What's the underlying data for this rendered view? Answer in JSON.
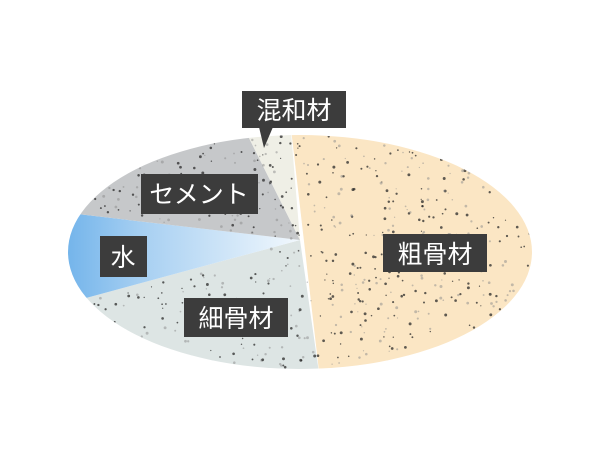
{
  "diagram": {
    "type": "ellipse-pie",
    "segments": [
      {
        "id": "coarse-aggregate",
        "label": "粗骨材",
        "share": 0.5,
        "color": "#fbe6c4"
      },
      {
        "id": "fine-aggregate",
        "label": "細骨材",
        "share": 0.22,
        "color": "#dde5e4"
      },
      {
        "id": "water",
        "label": "水",
        "share": 0.1,
        "color": "#6fb2ea"
      },
      {
        "id": "cement",
        "label": "セメント",
        "share": 0.13,
        "color": "#c6c8ca"
      },
      {
        "id": "admixture",
        "label": "混和材",
        "share": 0.05,
        "color": "#efefe6"
      }
    ],
    "label_box_color": "#3c3c3c",
    "label_text_color": "#ffffff"
  }
}
